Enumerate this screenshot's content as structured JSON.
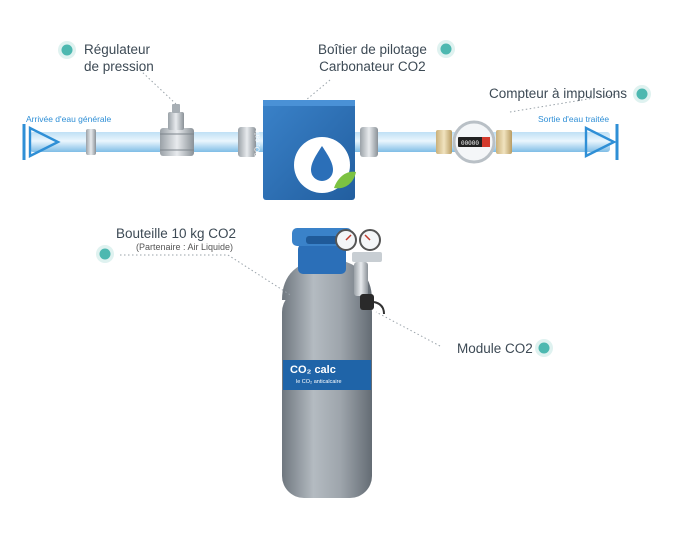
{
  "labels": {
    "regulateur": [
      "Régulateur",
      "de pression"
    ],
    "boitier": [
      "Boîtier de pilotage",
      "Carbonateur CO2"
    ],
    "compteur": "Compteur à impulsions",
    "bouteille": "Bouteille 10 kg CO2",
    "partenaire": "(Partenaire : Air Liquide)",
    "module": "Module CO2"
  },
  "flow": {
    "inlet": "Arrivée d'eau générale",
    "outlet": "Sortie d'eau traitée"
  },
  "device": {
    "box_text": "CO₂ calc",
    "bottle_brand": "CO₂ calc",
    "bottle_tagline": "le CO₂ anticalcaire",
    "meter_digits": "00000"
  },
  "colors": {
    "teal_dot": "#4db8b0",
    "dot_halo": "#dff2f0",
    "water_blue": "#2f8fd6",
    "box_blue": "#2b6fb8",
    "cylinder_grey": "#8e969e",
    "cylinder_band": "#1f64a8",
    "text": "#3d4a55",
    "leaf_green": "#7cc242"
  }
}
